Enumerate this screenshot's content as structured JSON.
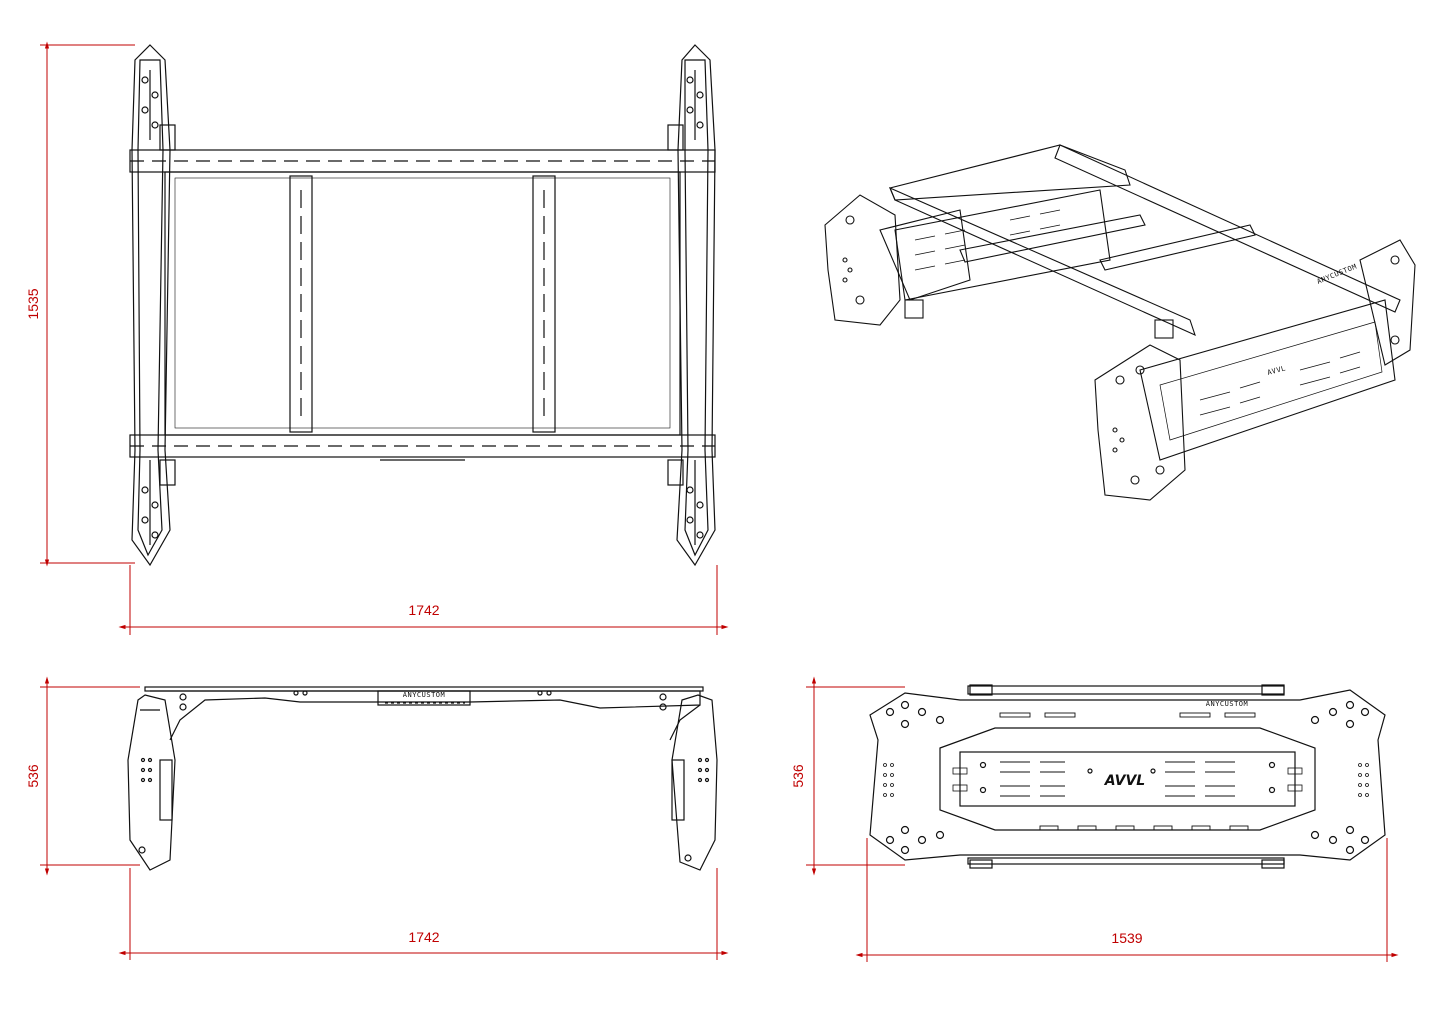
{
  "colors": {
    "dimension": "#c00000",
    "line": "#111111",
    "background": "#ffffff"
  },
  "dimensions": {
    "top_view_height": "1535",
    "top_view_width": "1742",
    "side_view_height": "536",
    "side_view_width": "1742",
    "end_view_height": "536",
    "end_view_width": "1539"
  },
  "branding": {
    "wordmark": "ANYCUSTOM",
    "monogram": "AVVL"
  }
}
